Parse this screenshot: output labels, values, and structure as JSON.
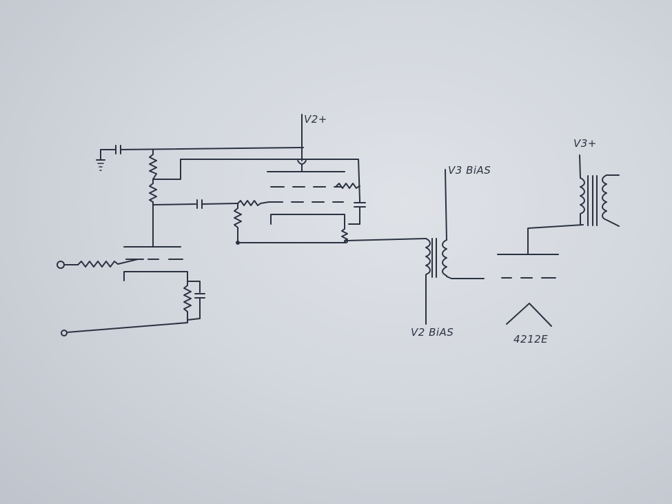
{
  "labels": {
    "v2_plus": "V2+",
    "v3_plus": "V3+",
    "v3_bias": "V3 BiAS",
    "v2_bias": "V2 BiAS",
    "tube_type": "4212E"
  },
  "colors": {
    "ink": "#2a3140",
    "paper": "#d9dce2"
  }
}
